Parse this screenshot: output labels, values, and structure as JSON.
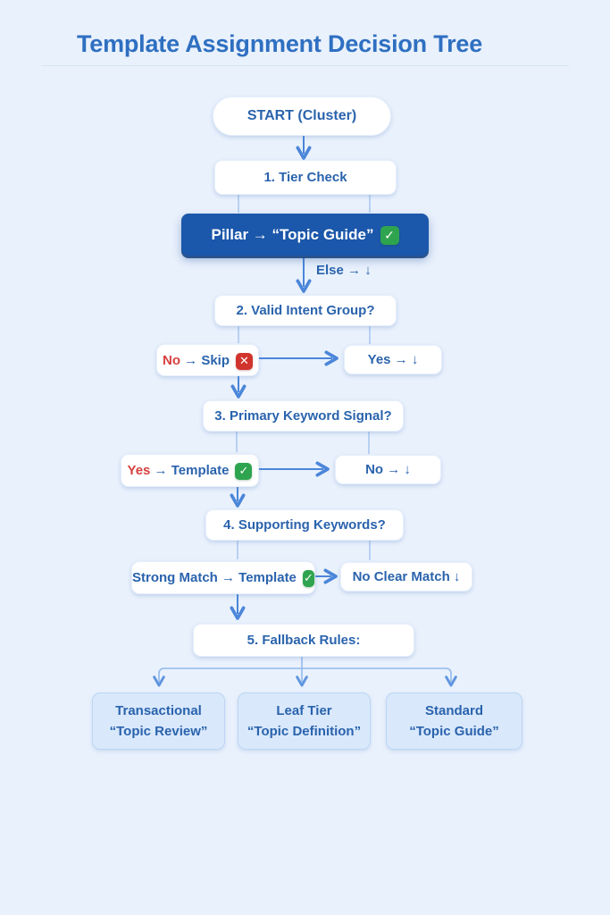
{
  "palette": {
    "background": "#e9f1fc",
    "title_blue": "#2e6fc1",
    "node_text_blue": "#2a63ad",
    "dark_node_bg": "#1b57aa",
    "arrow_blue": "#4b86d9",
    "rail_light_blue": "#abc9f0",
    "highlight_red": "#d63f3f",
    "badge_green": "#2fa44f",
    "badge_red": "#d0342c",
    "outcome_bg": "#d9e8fb",
    "outcome_border": "#bcd6f4"
  },
  "header": {
    "title": "Template Assignment Decision Tree"
  },
  "flow": {
    "start": "START (Cluster)",
    "step1": "1. Tier Check",
    "pillar": {
      "label": "Pillar → “Topic Guide”",
      "badge": "✓"
    },
    "else_label": "Else → ↓",
    "step2": "2. Valid Intent Group?",
    "no_skip": {
      "highlight": "No",
      "rest": " → Skip",
      "badge": "✕"
    },
    "yes_down": "Yes → ↓",
    "step3": "3. Primary Keyword Signal?",
    "yes_template": {
      "highlight": "Yes",
      "rest": " → Template",
      "badge": "✓"
    },
    "no_down": "No → ↓",
    "step4": "4. Supporting Keywords?",
    "strong_match": {
      "label": "Strong Match → Template",
      "badge": "✓"
    },
    "no_clear_match": "No Clear Match ↓",
    "step5": "5. Fallback Rules:",
    "outcomes": [
      {
        "title": "Transactional",
        "subtitle": "“Topic Review”"
      },
      {
        "title": "Leaf Tier",
        "subtitle": "“Topic Definition”"
      },
      {
        "title": "Standard",
        "subtitle": "“Topic Guide”"
      }
    ]
  }
}
